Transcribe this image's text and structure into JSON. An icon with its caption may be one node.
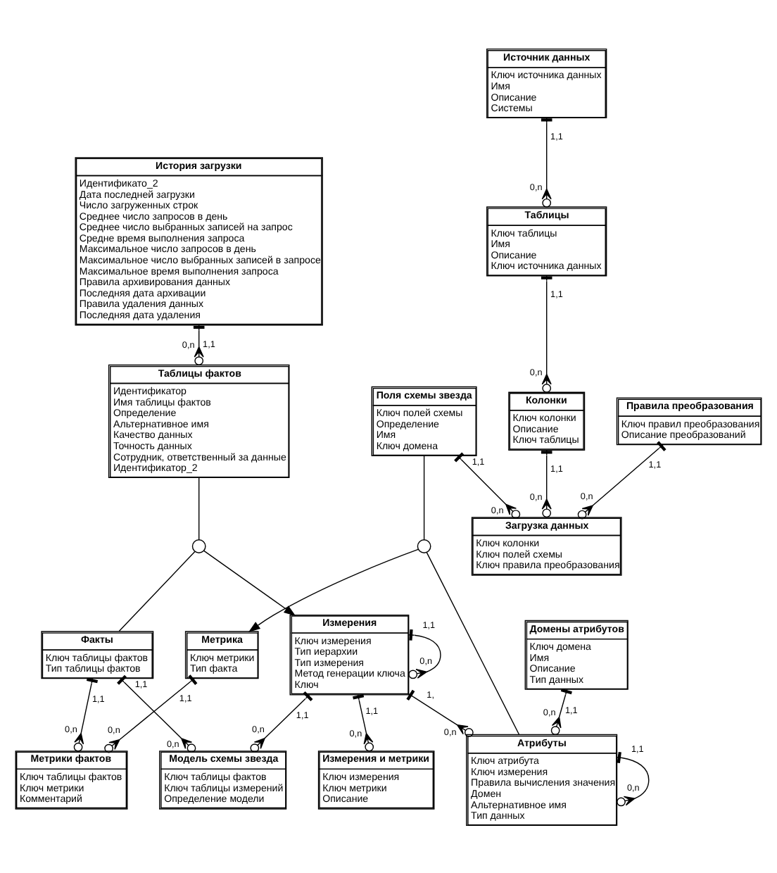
{
  "diagram": {
    "nodes": [
      {
        "text": [
          "Таблицы фактов",
          "Идентификатор",
          "Имя таблицы фактов",
          "Определение",
          "Альтернативное имя",
          "Качество данных",
          "Точность данных",
          "Сотрудник, ответственный за данные",
          "Идентификатор_2"
        ]
      },
      {
        "text": [
          "История загрузки",
          "Идентификато_2",
          "Дата последней загрузки",
          "Число загруженных строк",
          "Среднее число запросов в день",
          "Среднее число выбранных записей на запрос",
          "Средне время выполнения запроса",
          "Максимальное число запросов в день",
          "Максимальное число выбранных записей в запросе",
          "Максимальное время выполнения запроса",
          "Правила архивирования данных",
          "Последняя дата архивации",
          "Правила удаления данных",
          "Последняя дата удаления"
        ]
      },
      {
        "text": [
          "Измерения",
          "Ключ измерения",
          "Тип иерархии",
          "Тип измерения",
          "Метод генерации ключа",
          "Ключ"
        ]
      },
      {
        "text": [
          "Факты",
          "Ключ таблицы фактов",
          "Тип таблицы фактов"
        ]
      },
      {
        "text": [
          "Измерения и метрики",
          "Ключ измерения",
          "Ключ метрики",
          "Описание"
        ]
      },
      {
        "text": [
          "Модель схемы звезда",
          "Ключ таблицы фактов",
          "Ключ таблицы измерений",
          "Определение модели"
        ]
      },
      {
        "text": [
          "Метрики фактов",
          "Ключ таблицы фактов",
          "Ключ метрики",
          "Комментарий"
        ]
      },
      {
        "text": [
          "Источник данных",
          "Ключ источника данных",
          "Имя",
          "Описание",
          "Системы"
        ]
      },
      {
        "text": [
          "Таблицы",
          "Ключ таблицы",
          "Имя",
          "Описание",
          "Ключ источника данных"
        ]
      },
      {
        "text": [
          "Поля схемы звезда",
          "Ключ полей схемы",
          "Определение",
          "Имя",
          "Ключ домена"
        ]
      },
      {
        "text": [
          "Метрика",
          "Ключ метрики",
          "Тип факта"
        ]
      },
      {
        "text": [
          "Колонки",
          "Ключ колонки",
          "Описание",
          "Ключ таблицы"
        ]
      },
      {
        "text": [
          "Атрибуты",
          "Ключ атрибута",
          "Ключ измерения",
          "Правила вычисления значения",
          "Домен",
          "Альтернативное имя",
          "Тип данных"
        ]
      },
      {
        "text": [
          "Домены атрибутов",
          "Ключ домена",
          "Имя",
          "Описание",
          "Тип данных"
        ]
      },
      {
        "text": [
          "Загрузка данных",
          "Ключ колонки",
          "Ключ полей схемы",
          "Ключ правила преобразования"
        ]
      },
      {
        "text": [
          "Правила преобразования",
          "Ключ правил преобразования",
          "Описание преобразований"
        ]
      },
      {
        "text": [],
        "shape": "semicircle"
      },
      {
        "text": [],
        "shape": "semicircle"
      }
    ],
    "edges": [
      {
        "from": 1,
        "to": 0,
        "arrow": "other"
      },
      {
        "from": 0,
        "to": 16,
        "arrow": "none"
      },
      {
        "from": 16,
        "to": 2,
        "arrow": "to"
      },
      {
        "from": 16,
        "to": 3,
        "arrow": "none"
      },
      {
        "from": 2,
        "to": 5,
        "arrow": "other"
      },
      {
        "from": 2,
        "to": 2,
        "arrow": "other"
      },
      {
        "from": 2,
        "to": 4,
        "arrow": "other"
      },
      {
        "from": 3,
        "to": 5,
        "arrow": "other"
      },
      {
        "from": 3,
        "to": 6,
        "arrow": "other"
      },
      {
        "from": 10,
        "to": 6,
        "arrow": "other"
      },
      {
        "from": 7,
        "to": 8,
        "arrow": "other"
      },
      {
        "from": 8,
        "to": 11,
        "arrow": "other"
      },
      {
        "from": 11,
        "to": 14,
        "arrow": "other"
      },
      {
        "from": 9,
        "to": 14,
        "arrow": "other"
      },
      {
        "from": 15,
        "to": 14,
        "arrow": "other"
      },
      {
        "from": 9,
        "to": 17,
        "arrow": "none"
      },
      {
        "from": 17,
        "to": 12,
        "arrow": "none"
      },
      {
        "from": 17,
        "to": 10,
        "arrow": "to"
      },
      {
        "from": 2,
        "to": 12,
        "arrow": "other"
      },
      {
        "from": 13,
        "to": 12,
        "arrow": "other"
      },
      {
        "from": 12,
        "to": 12,
        "arrow": "other"
      }
    ],
    "labels": [
      "1,1",
      "0,n",
      "1,1",
      "0,n",
      "1,1",
      "0,n",
      "1,1",
      "0,n",
      "1,1",
      "0,n",
      "1,1",
      "0,n",
      "1,1",
      "0,n",
      "1,1",
      "0,n",
      "1,1",
      "0,n",
      "1,1",
      "0,n",
      "1,1",
      "0,n",
      "1,1",
      "0,n",
      "1,",
      "0,n",
      "1,1",
      "0,n",
      "1,1",
      "0,n"
    ]
  }
}
